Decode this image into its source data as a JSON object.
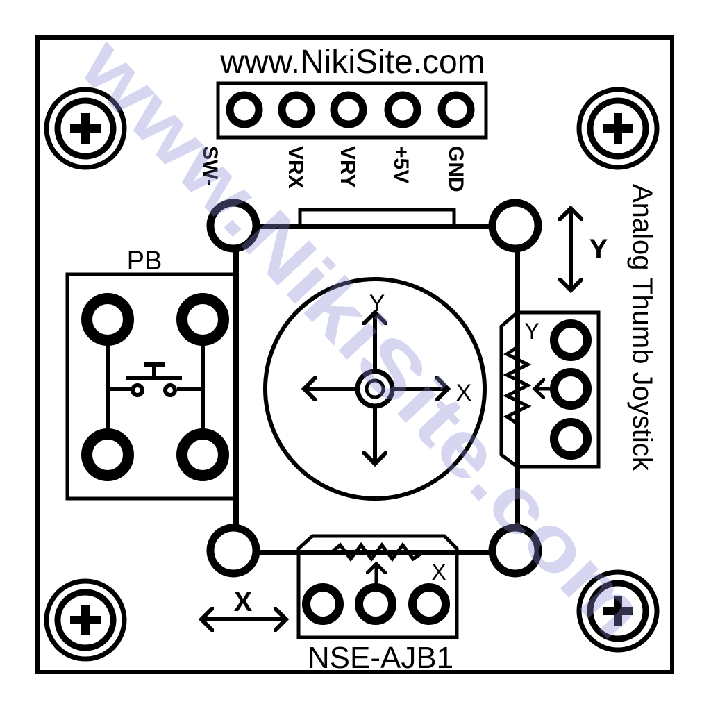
{
  "board": {
    "website": "www.NikiSite.com",
    "watermark": "www.NikiSite.com",
    "title": "Analog Thumb Joystick",
    "part_number": "NSE-AJB1",
    "button_label": "PB",
    "pins": [
      "SW-",
      "VRX",
      "VRY",
      "+5V",
      "GND"
    ],
    "y_axis_label": "Y",
    "x_axis_label": "X",
    "y_pot_label": "Y",
    "x_pot_label": "X",
    "stick_y_label": "Y",
    "stick_x_label": "X"
  },
  "colors": {
    "ink": "#000000",
    "watermark": "#8c8cd8"
  }
}
